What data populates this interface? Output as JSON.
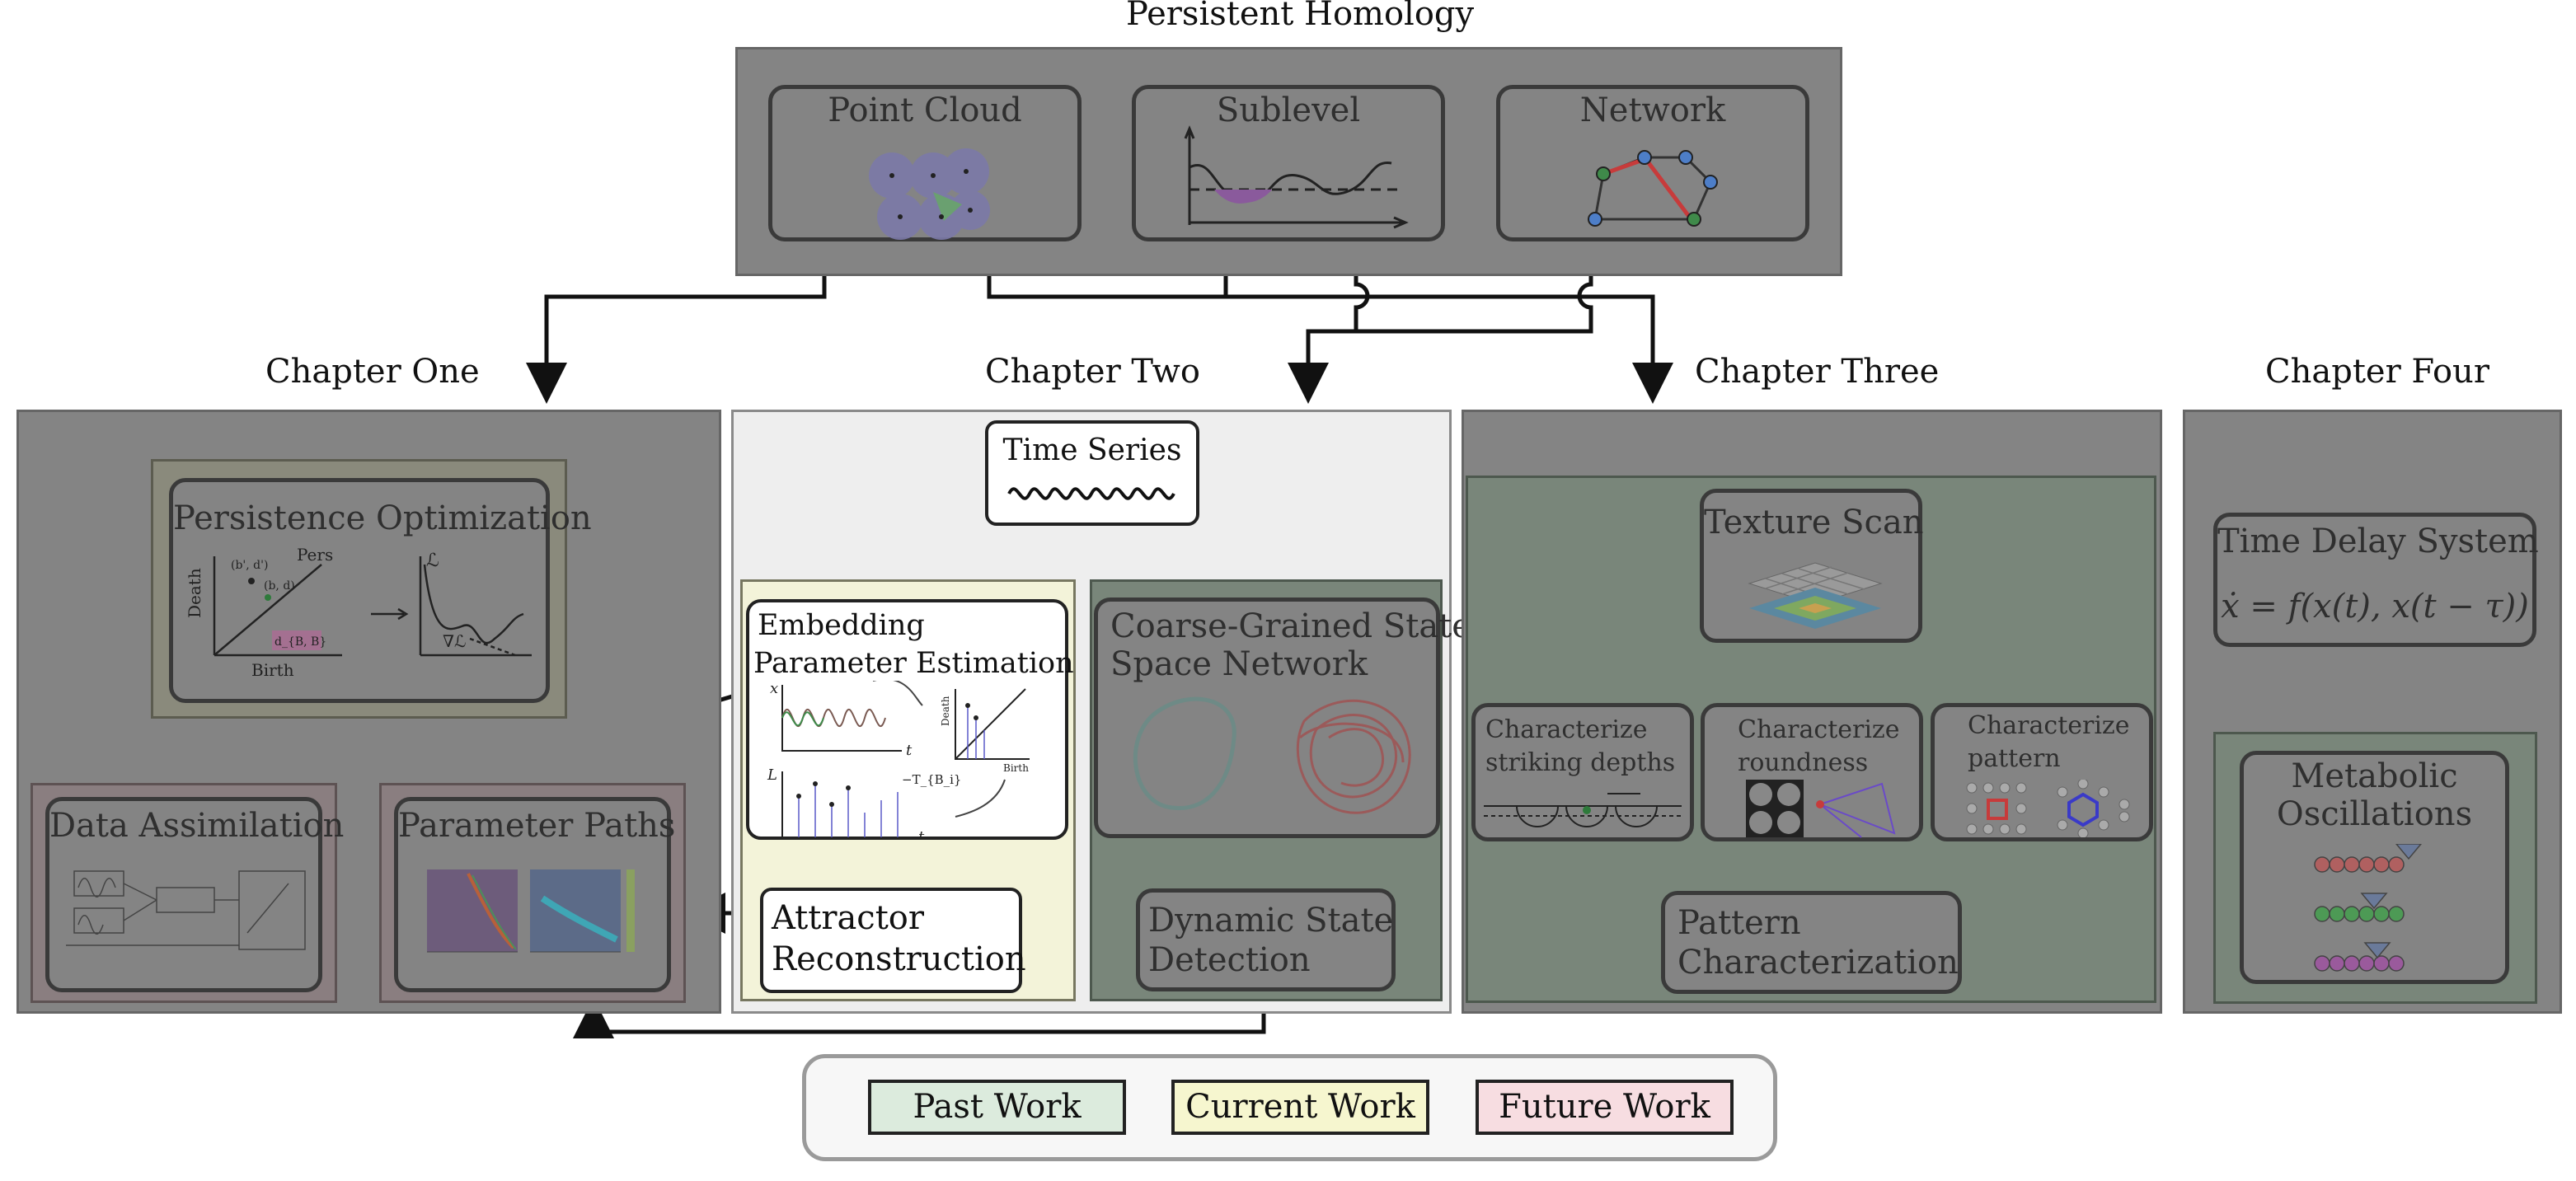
{
  "top": {
    "title": "Persistent Homology",
    "items": [
      "Point Cloud",
      "Sublevel",
      "Network"
    ]
  },
  "chapter_one": {
    "title": "Chapter One",
    "persistence_optimization": {
      "title": "Persistence Optimization",
      "death": "Death",
      "birth": "Birth",
      "pers": "Pers",
      "b_d": "(b, d)",
      "b_d_prime": "(b', d')",
      "loss": "ℒ",
      "grad": "∇ℒ",
      "delta": "d_{B, B}"
    },
    "data_assimilation": "Data Assimilation",
    "parameter_paths": "Parameter Paths"
  },
  "chapter_two": {
    "title": "Chapter Two",
    "time_series": "Time Series",
    "embedding": [
      "Embedding",
      "Parameter Estimation"
    ],
    "embedding_fig": {
      "x": "x",
      "t": "t",
      "L": "L",
      "death": "Death",
      "birth": "Birth",
      "tau": "−T_{B_i}"
    },
    "attractor": [
      "Attractor",
      "Reconstruction"
    ],
    "cgss": [
      "Coarse-Grained State",
      "Space Network"
    ],
    "dynamic_state": [
      "Dynamic State",
      "Detection"
    ]
  },
  "chapter_three": {
    "title": "Chapter Three",
    "texture_scan": "Texture Scan",
    "characterize": [
      [
        "Characterize",
        "striking depths"
      ],
      [
        "Characterize",
        "roundness"
      ],
      [
        "Characterize",
        "pattern"
      ]
    ],
    "pattern_characterization": [
      "Pattern",
      "Characterization"
    ]
  },
  "chapter_four": {
    "title": "Chapter Four",
    "time_delay": "Time Delay System",
    "equation": "ẋ = f(x(t), x(t − τ))",
    "metabolic": [
      "Metabolic",
      "Oscillations"
    ]
  },
  "legend": {
    "items": [
      {
        "label": "Past Work",
        "color": "#dcebdd"
      },
      {
        "label": "Current Work",
        "color": "#f6f6cf"
      },
      {
        "label": "Future Work",
        "color": "#f7dde1"
      }
    ]
  },
  "colors": {
    "panel_gray": "#848484",
    "past_tint": "#79867a",
    "current_tint": "#f0f0d8",
    "future_tint": "#8a7e80",
    "chapter_two_bg": "#eeeeee"
  }
}
